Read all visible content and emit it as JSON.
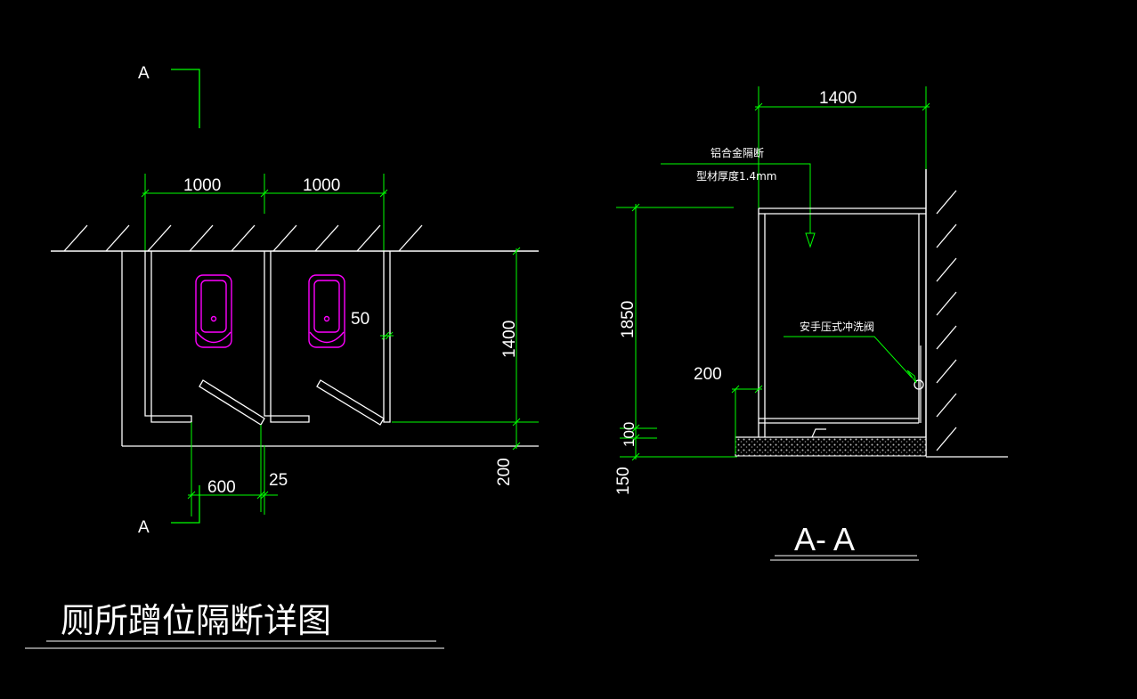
{
  "colors": {
    "background": "#000000",
    "wall": "#ffffff",
    "dimension": "#00ff00",
    "text": "#ffffff",
    "fixture": "#ff00ff",
    "hatch_fill": "#a8a8a8"
  },
  "plan": {
    "section_mark_top": "A",
    "section_mark_bottom": "A",
    "dim_width_1": "1000",
    "dim_width_2": "1000",
    "dim_depth": "1400",
    "dim_gap": "50",
    "dim_door": "600",
    "dim_post": "25",
    "dim_base": "200",
    "title": "厕所蹭位隔断详图"
  },
  "section": {
    "dim_width": "1400",
    "note_material_line1": "铝合金隔断",
    "note_material_line2": "型材厚度1.4mm",
    "note_valve": "安手压式冲洗阀",
    "dim_height": "1850",
    "dim_offset": "200",
    "dim_gap": "100",
    "dim_base": "150",
    "title": "A- A"
  }
}
